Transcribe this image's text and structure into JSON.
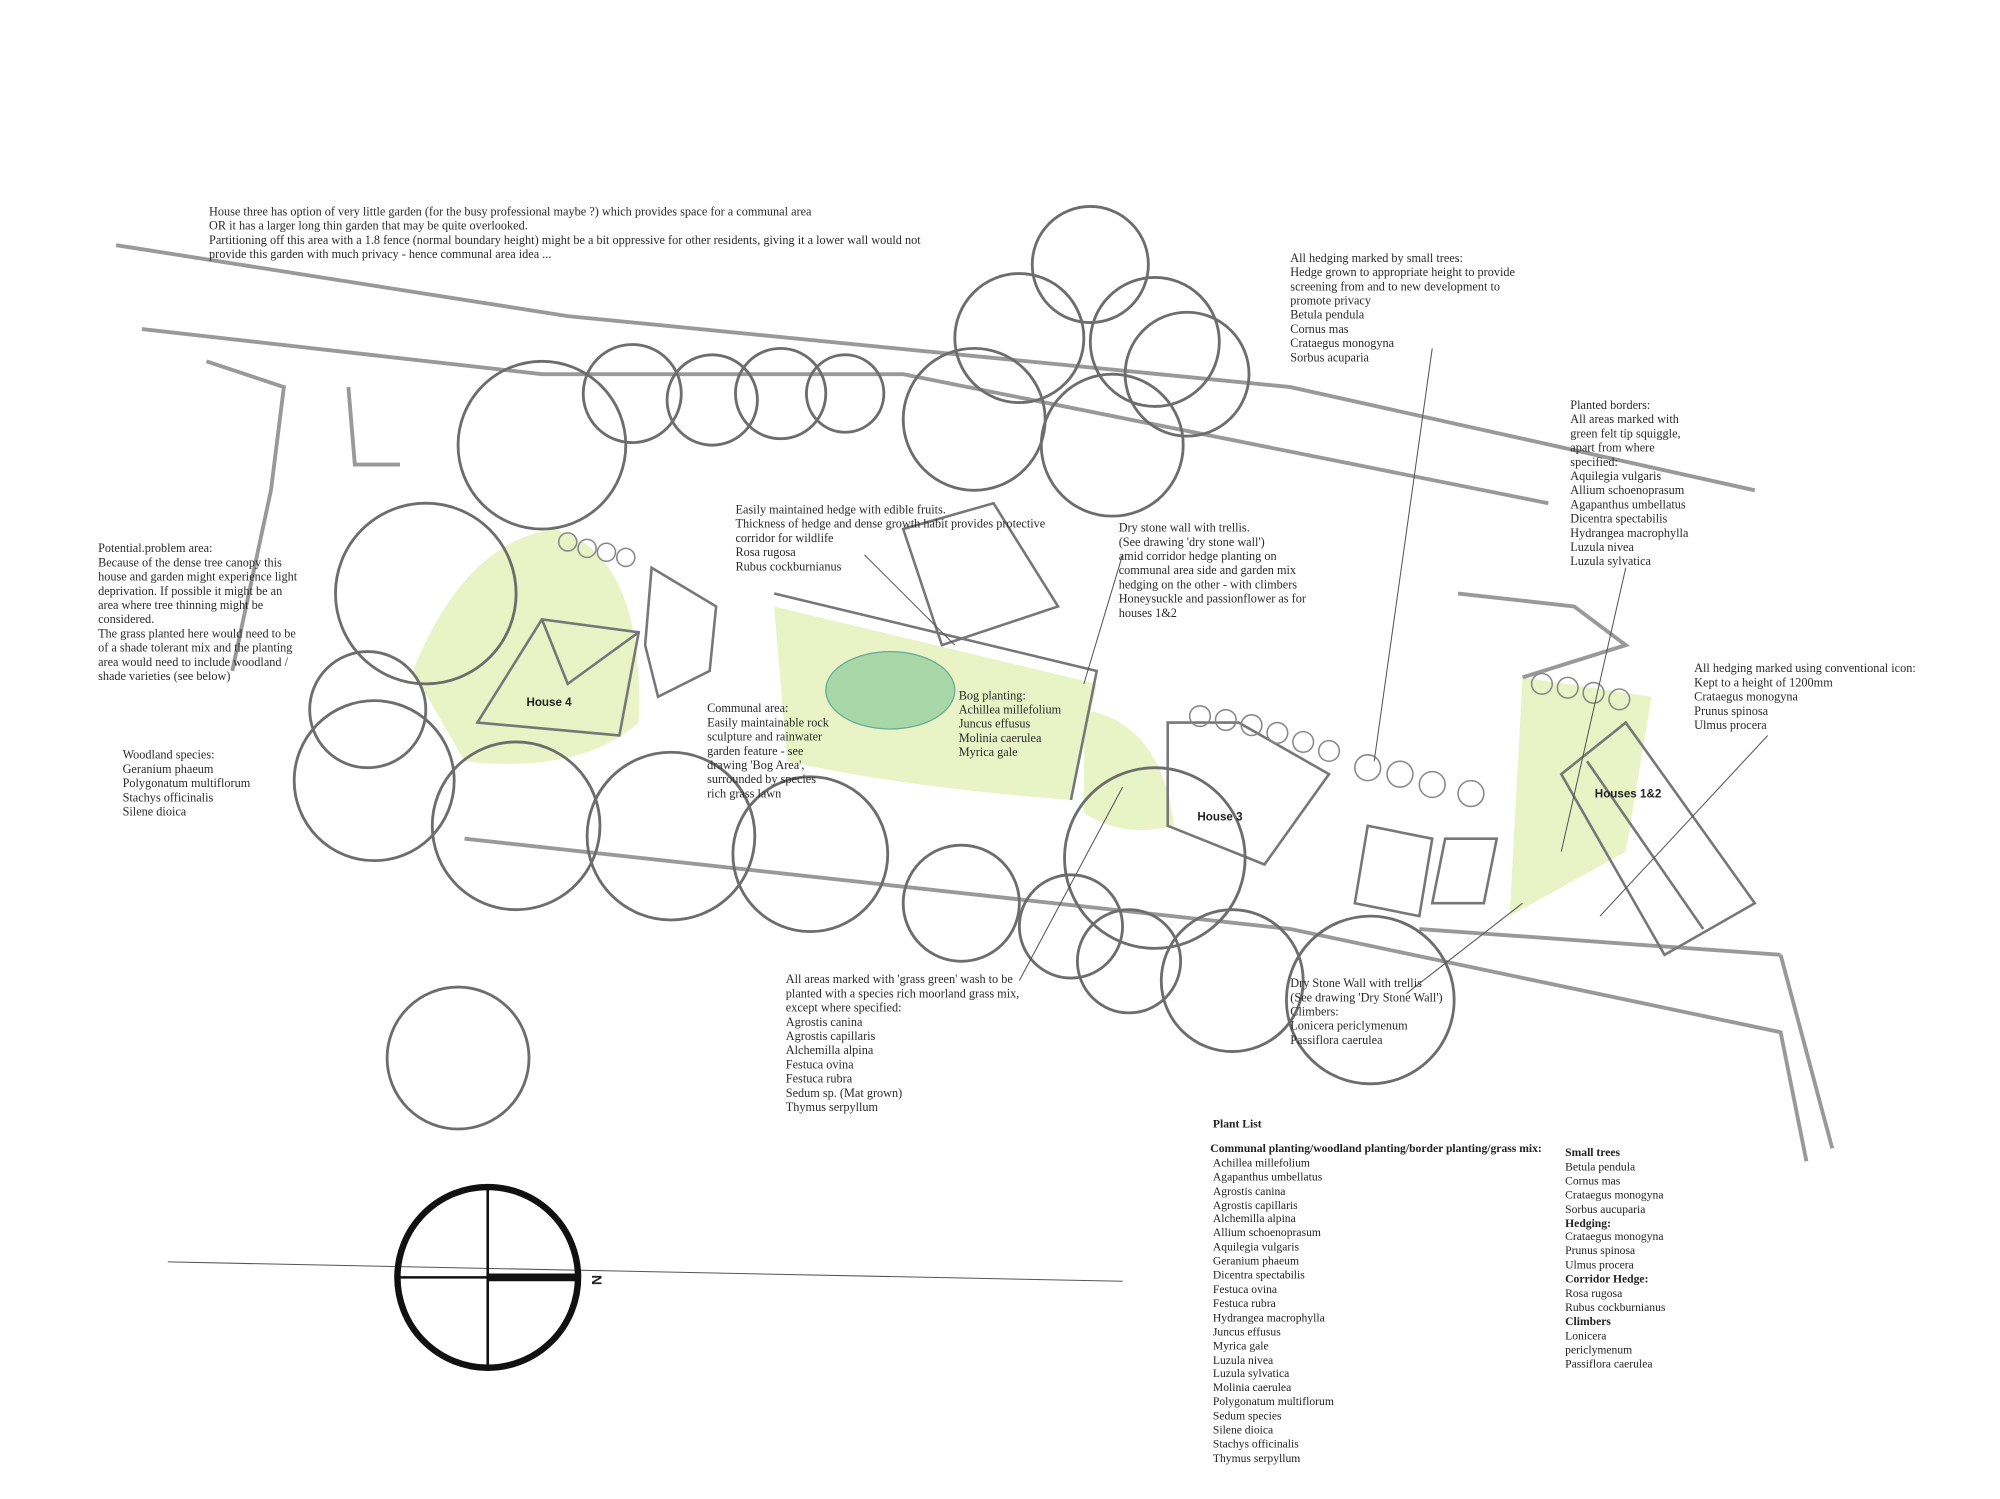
{
  "notes": {
    "house3": "House three has option of very little garden (for the busy professional maybe ?) which provides space for a communal area\nOR it has a larger long thin garden that may be quite overlooked.\nPartitioning off this area with a 1.8 fence (normal boundary height) might be a bit oppressive for other residents, giving it a lower wall would not\nprovide this garden with much privacy - hence communal area idea ...",
    "problem": "Potential.problem area:\nBecause of the dense tree canopy this\nhouse and garden might experience light\ndeprivation. If possible it might be an\narea where tree thinning might be\nconsidered.\nThe grass planted here would need to be\nof a shade tolerant mix and the planting\narea would need to include woodland /\nshade varieties (see below)",
    "woodland": "Woodland species:\nGeranium phaeum\nPolygonatum multiflorum\nStachys officinalis\nSilene dioica",
    "hedge": "Easily maintained hedge with edible fruits.\nThickness of hedge and dense growth habit provides protective\ncorridor for wildlife\nRosa rugosa\nRubus cockburnianus",
    "communal": "Communal area:\nEasily maintainable rock\nsculpture and rainwater\ngarden feature - see\ndrawing 'Bog Area',\nsurrounded by species\nrich grass lawn",
    "bog": "Bog planting:\nAchillea millefolium\nJuncus effusus\nMolinia caerulea\nMyrica gale",
    "drystone1": "Dry stone wall with trellis.\n(See drawing 'dry stone wall')\namid corridor hedge planting on\ncommunal area side and garden mix\nhedging on the other - with climbers\nHoneysuckle and passionflower as for\nhouses 1&2",
    "small_trees": "All hedging marked by small trees:\nHedge grown to appropriate height to provide\nscreening from and to new development to\npromote privacy\nBetula pendula\nCornus mas\nCrataegus monogyna\nSorbus acuparia",
    "borders": "Planted borders:\nAll areas marked with\ngreen felt tip squiggle,\napart from where\nspecified:\nAquilegia vulgaris\nAllium schoenoprasum\nAgapanthus umbellatus\nDicentra spectabilis\nHydrangea macrophylla\nLuzula nivea\nLuzula sylvatica",
    "conventional": "All hedging marked using conventional icon:\nKept to a height of 1200mm\nCrataegus monogyna\nPrunus spinosa\nUlmus procera",
    "grass": "All areas marked with 'grass green' wash to be\nplanted with a species rich moorland grass mix,\nexcept where specified:\nAgrostis canina\nAgrostis capillaris\nAlchemilla alpina\nFestuca ovina\nFestuca rubra\nSedum sp. (Mat grown)\nThymus serpyllum",
    "drystone2": "Dry Stone Wall with trellis\n(See drawing 'Dry Stone Wall')\nClimbers:\nLonicera periclymenum\nPassiflora caerulea"
  },
  "labels": {
    "house4": "House 4",
    "house3": "House 3",
    "houses12": "Houses 1&2",
    "north": "N"
  },
  "plant_list": {
    "title": "Plant List",
    "communal_heading": "Communal planting/woodland planting/border planting/grass mix:",
    "communal": [
      "Achillea millefolium",
      "Agapanthus umbellatus",
      "Agrostis canina",
      "Agrostis capillaris",
      "Alchemilla alpina",
      "Allium schoenoprasum",
      "Aquilegia vulgaris",
      "Geranium phaeum",
      "Dicentra spectabilis",
      "Festuca ovina",
      "Festuca rubra",
      "Hydrangea macrophylla",
      "Juncus effusus",
      "Myrica gale",
      "Luzula nivea",
      "Luzula sylvatica",
      "Molinia caerulea",
      "Polygonatum multiflorum",
      "Sedum species",
      "Silene dioica",
      "Stachys officinalis",
      "Thymus serpyllum"
    ],
    "groups": [
      {
        "heading": "Small trees",
        "items": [
          "Betula pendula",
          "Cornus mas",
          "Crataegus monogyna",
          "Sorbus aucuparia"
        ]
      },
      {
        "heading": "Hedging:",
        "items": [
          "Crataegus monogyna",
          "Prunus spinosa",
          "Ulmus procera"
        ]
      },
      {
        "heading": "Corridor Hedge:",
        "items": [
          "Rosa rugosa",
          "Rubus cockburnianus"
        ]
      },
      {
        "heading": "Climbers",
        "items": [
          "Lonicera",
          "periclymenum",
          "Passiflora caerulea"
        ]
      }
    ]
  }
}
